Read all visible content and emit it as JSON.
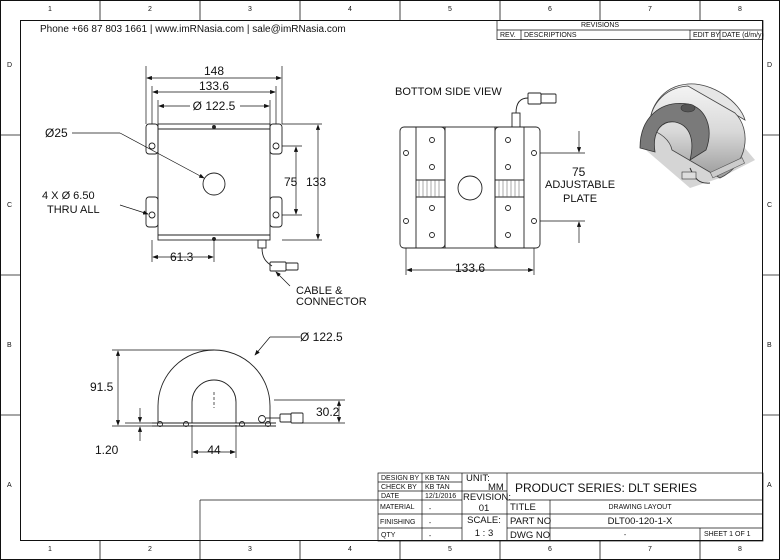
{
  "header": {
    "contact": "Phone +66 87 803 1661 | www.imRNasia.com | sale@imRNasia.com"
  },
  "zones": {
    "columns": [
      "1",
      "2",
      "3",
      "4",
      "5",
      "6",
      "7",
      "8"
    ],
    "rows": [
      "D",
      "C",
      "B",
      "A"
    ]
  },
  "revisions": {
    "title": "REVISIONS",
    "columns": [
      "REV.",
      "DESCRIPTIONS",
      "EDIT BY",
      "DATE (d/m/y)"
    ]
  },
  "views": {
    "bottom_side_view": "BOTTOM SIDE VIEW"
  },
  "dimensions": {
    "w148": "148",
    "w133_6": "133.6",
    "dia122_5": "Ø 122.5",
    "dia25": "Ø25",
    "holes_line1": "4 X Ø 6.50",
    "holes_line2": "THRU ALL",
    "h75": "75",
    "h133": "133",
    "w61_3": "61.3",
    "cable_line1": "CABLE &",
    "cable_line2": "CONNECTOR",
    "adj_75": "75",
    "adj_line1": "ADJUSTABLE",
    "adj_line2": "PLATE",
    "bottom_133_6": "133.6",
    "front_dia": "Ø 122.5",
    "h91_5": "91.5",
    "h30_2": "30.2",
    "t1_20": "1.20",
    "w44": "44"
  },
  "title_block": {
    "design_by_label": "DESIGN BY",
    "design_by_value": "KB TAN",
    "check_by_label": "CHECK BY",
    "check_by_value": "KB TAN",
    "date_label": "DATE",
    "date_value": "12/1/2016",
    "material_label": "MATERIAL",
    "material_value": "-",
    "finishing_label": "FINISHING",
    "finishing_value": "-",
    "qty_label": "QTY",
    "qty_value": "-",
    "unit_label": "UNIT:",
    "unit_value": "MM",
    "revision_label": "REVISION:",
    "revision_value": "01",
    "scale_label": "SCALE:",
    "scale_value": "1 : 3",
    "product_series": "PRODUCT SERIES:  DLT SERIES",
    "title_label": "TITLE",
    "title_value": "DRAWING LAYOUT",
    "partno_label": "PART NO",
    "partno_value": "DLT00-120-1-X",
    "dwgno_label": "DWG NO",
    "dwgno_value": "-",
    "sheet": "SHEET 1 OF 1"
  }
}
